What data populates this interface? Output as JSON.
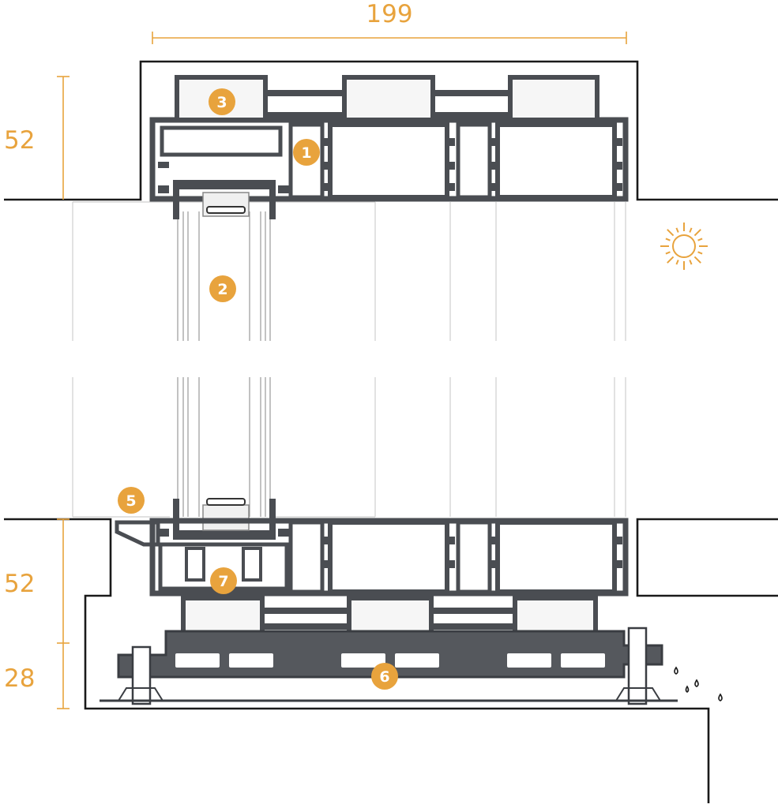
{
  "colors": {
    "accent": "#e8a33d",
    "profile": "#4a4d52",
    "profile_dark": "#3a3d42",
    "line": "#1a1a1a",
    "glass": "#c8c8c8",
    "insert_fill": "#f2f2f2"
  },
  "dimensions": {
    "width": "199",
    "head_height": "52",
    "sill_height": "52",
    "track_height": "28"
  },
  "callouts": [
    "1",
    "2",
    "3",
    "5",
    "6",
    "7"
  ],
  "icons": {
    "weather": "sun-icon",
    "water": "water-drops-icon"
  }
}
